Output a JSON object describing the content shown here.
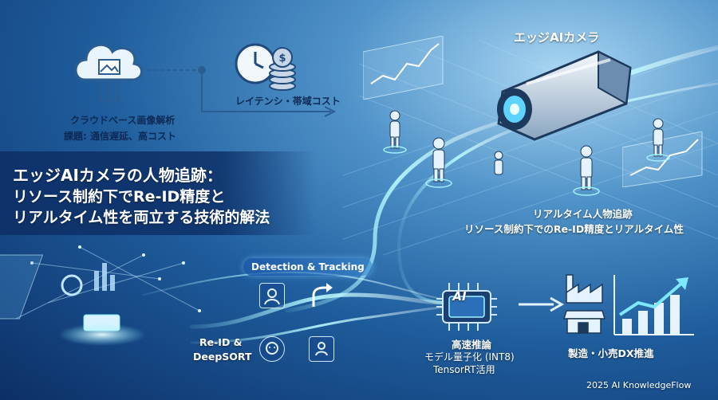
{
  "camera_label": "エッジAIカメラ",
  "cloud_caption": {
    "line1": "クラウドベース画像解析",
    "line2": "課題: 通信遅延、高コスト"
  },
  "latency_caption": "レイテンシ・帯域コスト",
  "title": {
    "line1": "エッジAIカメラの人物追跡：",
    "line2": "リソース制約下でRe-ID精度と",
    "line3": "リアルタイム性を両立する技術的解法"
  },
  "tracking_caption": {
    "line1": "リアルタイム人物追跡",
    "line2": "リソース制約下でのRe-ID精度とリアルタイム性"
  },
  "detection_label": "Detection & Tracking",
  "reid_label": {
    "line1": "Re-ID &",
    "line2": "DeepSORT"
  },
  "chip_label": "AI",
  "inference": {
    "title": "高速推論",
    "line1": "モデル量子化 (INT8)",
    "line2": "TensorRT活用"
  },
  "dx_label": "製造・小売DX推進",
  "footer": "2025 AI KnowledgeFlow",
  "colors": {
    "accent": "#7ee8ff",
    "navy": "#0d2a55",
    "glow": "#9ff3ff"
  },
  "icons": [
    "cloud-image-icon",
    "clock-icon",
    "coin-stack-icon",
    "camera-icon",
    "person-icon",
    "chart-icon",
    "chip-icon",
    "factory-icon",
    "store-icon",
    "face-icon",
    "arrow-icon"
  ]
}
